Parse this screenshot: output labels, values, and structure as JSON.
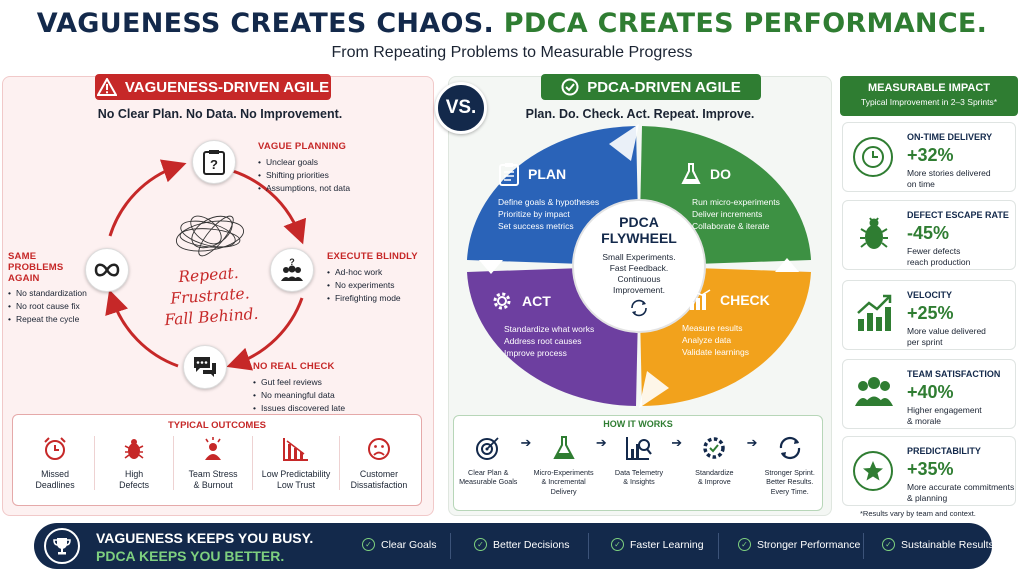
{
  "header": {
    "title_part1": "VAGUENESS CREATES CHAOS.",
    "title_part2": "PDCA CREATES PERFORMANCE.",
    "subtitle": "From Repeating Problems to Measurable Progress"
  },
  "vs_label": "VS.",
  "left": {
    "banner": "VAGUENESS-DRIVEN AGILE",
    "tagline": "No Clear Plan. No Data. No Improvement.",
    "stages": [
      {
        "title": "VAGUE PLANNING",
        "items": [
          "Unclear goals",
          "Shifting priorities",
          "Assumptions, not data"
        ],
        "icon": "clipboard-question-icon"
      },
      {
        "title": "EXECUTE BLINDLY",
        "items": [
          "Ad-hoc work",
          "No experiments",
          "Firefighting mode"
        ],
        "icon": "team-question-icon"
      },
      {
        "title": "NO REAL CHECK",
        "items": [
          "Gut feel reviews",
          "No meaningful data",
          "Issues discovered late"
        ],
        "icon": "chat-bubbles-icon"
      },
      {
        "title": "SAME PROBLEMS AGAIN",
        "items": [
          "No standardization",
          "No root cause fix",
          "Repeat the cycle"
        ],
        "icon": "infinity-loop-icon"
      }
    ],
    "center_text": [
      "Repeat.",
      "Frustrate.",
      "Fall Behind."
    ],
    "outcomes_title": "TYPICAL OUTCOMES",
    "outcomes": [
      {
        "label": "Missed\nDeadlines",
        "icon": "alarm-clock-icon"
      },
      {
        "label": "High\nDefects",
        "icon": "bug-icon"
      },
      {
        "label": "Team Stress\n& Burnout",
        "icon": "stressed-person-icon"
      },
      {
        "label": "Low Predictability\nLow Trust",
        "icon": "declining-chart-icon"
      },
      {
        "label": "Customer\nDissatisfaction",
        "icon": "sad-face-icon"
      }
    ]
  },
  "right": {
    "banner": "PDCA-DRIVEN AGILE",
    "tagline": "Plan. Do. Check. Act. Repeat. Improve.",
    "phases": [
      {
        "title": "PLAN",
        "items": [
          "Define goals & hypotheses",
          "Prioritize by impact",
          "Set success metrics"
        ],
        "color": "#2a63b8",
        "icon": "clipboard-list-icon"
      },
      {
        "title": "DO",
        "items": [
          "Run micro-experiments",
          "Deliver increments",
          "Collaborate & iterate"
        ],
        "color": "#3d9143",
        "icon": "flask-icon"
      },
      {
        "title": "CHECK",
        "items": [
          "Measure results",
          "Analyze data",
          "Validate learnings"
        ],
        "color": "#f2a21c",
        "icon": "bar-chart-icon"
      },
      {
        "title": "ACT",
        "items": [
          "Standardize what works",
          "Address root causes",
          "Improve process"
        ],
        "color": "#6d3fa0",
        "icon": "gear-icon"
      }
    ],
    "center_title": "PDCA\nFLYWHEEL",
    "center_sub": "Small Experiments.\nFast Feedback.\nContinuous\nImprovement.",
    "how_title": "HOW IT WORKS",
    "how_steps": [
      {
        "label": "Clear Plan &\nMeasurable Goals",
        "icon": "target-icon"
      },
      {
        "label": "Micro-Experiments\n& Incremental Delivery",
        "icon": "flask-icon"
      },
      {
        "label": "Data Telemetry\n& Insights",
        "icon": "chart-magnifier-icon"
      },
      {
        "label": "Standardize\n& Improve",
        "icon": "gear-check-icon"
      },
      {
        "label": "Stronger Sprint.\nBetter Results.\nEvery Time.",
        "icon": "refresh-icon"
      }
    ]
  },
  "impact": {
    "title": "MEASURABLE IMPACT",
    "subtitle": "Typical Improvement in 2–3 Sprints*",
    "metrics": [
      {
        "title": "ON-TIME DELIVERY",
        "value": "+32%",
        "desc": "More stories delivered\non time",
        "icon": "clock-icon"
      },
      {
        "title": "DEFECT ESCAPE RATE",
        "value": "-45%",
        "desc": "Fewer defects\nreach production",
        "icon": "bug-icon"
      },
      {
        "title": "VELOCITY",
        "value": "+25%",
        "desc": "More value delivered\nper sprint",
        "icon": "growth-chart-icon"
      },
      {
        "title": "TEAM SATISFACTION",
        "value": "+40%",
        "desc": "Higher engagement\n& morale",
        "icon": "team-icon"
      },
      {
        "title": "PREDICTABILITY",
        "value": "+35%",
        "desc": "More accurate commitments\n& planning",
        "icon": "star-icon"
      }
    ],
    "footnote": "*Results vary by team and context."
  },
  "footer": {
    "line1": "VAGUENESS KEEPS YOU BUSY.",
    "line2": "PDCA KEEPS YOU BETTER.",
    "benefits": [
      "Clear Goals",
      "Better Decisions",
      "Faster Learning",
      "Stronger Performance",
      "Sustainable Results"
    ]
  },
  "colors": {
    "navy": "#13294b",
    "red": "#c62828",
    "green": "#2f7d32",
    "blue": "#2a63b8",
    "purple": "#6d3fa0",
    "orange": "#f2a21c"
  }
}
